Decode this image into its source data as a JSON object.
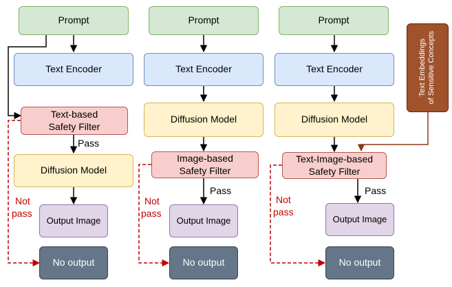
{
  "columns": [
    {
      "prompt": "Prompt",
      "encoder": "Text Encoder",
      "filter_line1": "Text-based",
      "filter_line2": "Safety Filter",
      "diffusion": "Diffusion Model",
      "pass": "Pass",
      "not": "Not",
      "pass_word": "pass",
      "output": "Output Image",
      "no_output": "No output"
    },
    {
      "prompt": "Prompt",
      "encoder": "Text Encoder",
      "diffusion": "Diffusion Model",
      "filter_line1": "Image-based",
      "filter_line2": "Safety Filter",
      "pass": "Pass",
      "not": "Not",
      "pass_word": "pass",
      "output": "Output Image",
      "no_output": "No output"
    },
    {
      "prompt": "Prompt",
      "encoder": "Text Encoder",
      "diffusion": "Diffusion Model",
      "filter_line1": "Text-Image-based",
      "filter_line2": "Safety Filter",
      "pass": "Pass",
      "not": "Not",
      "pass_word": "pass",
      "output": "Output Image",
      "no_output": "No output"
    }
  ],
  "concept_line1": "Text Embeddings",
  "concept_line2": "of Sensitive Concepts",
  "colors": {
    "arrow": "#000000",
    "not_pass": "#c00000",
    "concept_arrow": "#8b3a14"
  }
}
